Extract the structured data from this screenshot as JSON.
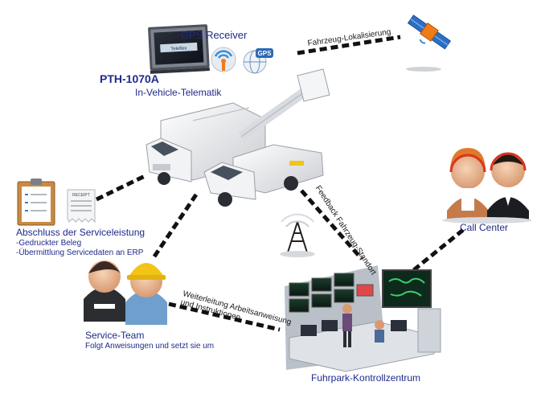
{
  "nodes": {
    "device": {
      "name": "PTH-1070A",
      "subtitle": "In-Vehicle-Telematik",
      "screen_text": "Teleflex"
    },
    "gps": {
      "label": "GPS Receiver",
      "badge": "GPS"
    },
    "service_completion": {
      "title": "Abschluss der Serviceleistung",
      "items": [
        "-Gedruckter Beleg",
        "-Übermittlung Servicedaten an ERP"
      ],
      "receipt_text": "RECEIPT"
    },
    "service_team": {
      "title": "Service-Team",
      "subtitle": "Folgt Anweisungen und setzt sie um"
    },
    "call_center": {
      "title": "Call Center"
    },
    "control_center": {
      "title": "Fuhrpark-Kontrollzentrum"
    }
  },
  "links": {
    "gps_to_satellite": "Fahrzeug-Lokalisierung",
    "trucks_to_control": "Feedback Fahrzeug-Standort",
    "team_to_control_line1": "Weiterleitung Arbeitsanweisung",
    "team_to_control_line2": "und Instruktionen"
  },
  "colors": {
    "label_blue": "#1f2a8a",
    "text_dark": "#1a1a1a",
    "connector": "#111111",
    "gps_orange": "#f07b1a",
    "headset_red": "#d9361f"
  }
}
